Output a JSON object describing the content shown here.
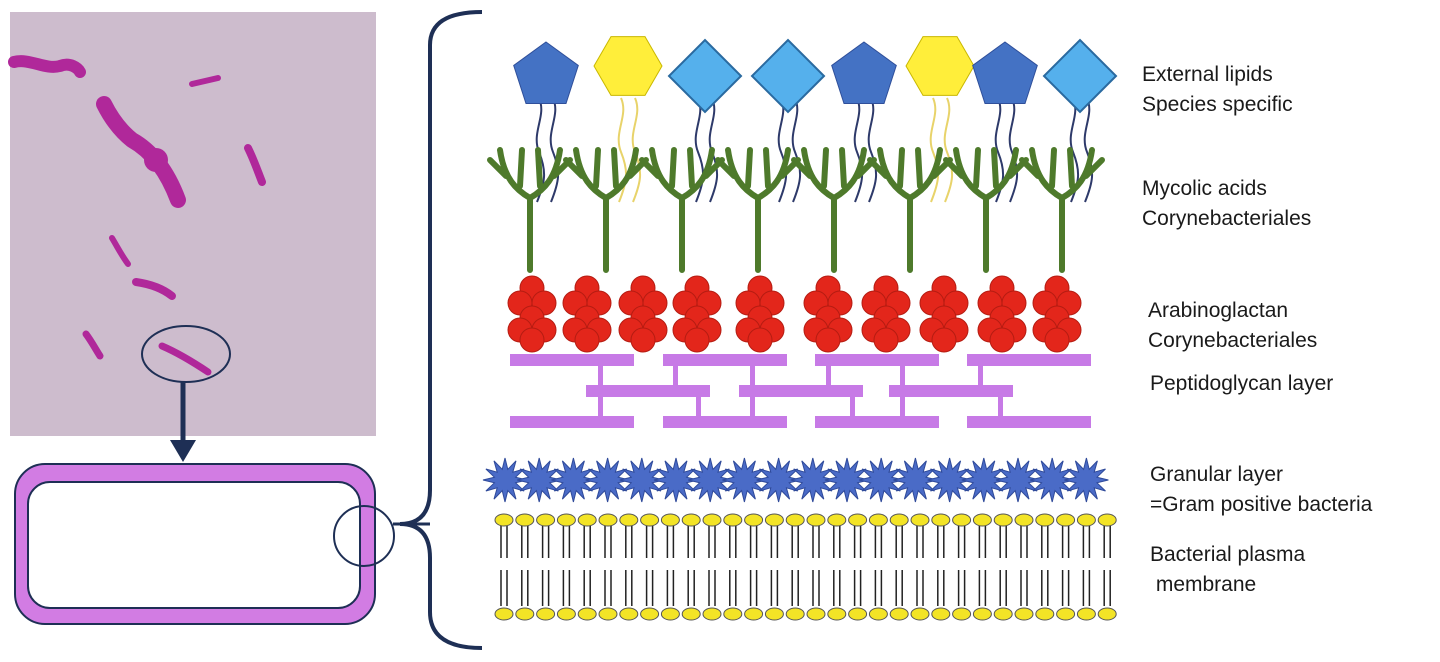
{
  "colors": {
    "micrograph_bg": "#cdbccd",
    "rod_stain": "#b0289a",
    "cell_wall": "#d27ce3",
    "outline_navy": "#1e2f55",
    "pentagon": "#4472c4",
    "hexagon": "#ffee3a",
    "diamond": "#55b0ec",
    "mycolic": "#4e7a2b",
    "arabinogalactan": "#e3261b",
    "peptidoglycan": "#c77ae6",
    "granular": "#4a6bc7",
    "lipid_head": "#f3e426"
  },
  "external_lipid_shapes": [
    "pentagon",
    "hexagon",
    "diamond",
    "diamond",
    "pentagon",
    "hexagon",
    "pentagon",
    "diamond"
  ],
  "layers": [
    {
      "id": "external-lipids",
      "line1": "External lipids",
      "line2": "Species specific"
    },
    {
      "id": "mycolic-acids",
      "line1": "Mycolic acids",
      "line2": "Corynebacteriales"
    },
    {
      "id": "arabinogalactan",
      "line1": "Arabinoglactan",
      "line2": "Corynebacteriales"
    },
    {
      "id": "peptidoglycan",
      "line1": "Peptidoglycan layer",
      "line2": ""
    },
    {
      "id": "granular",
      "line1": "Granular layer",
      "line2": "=Gram positive bacteria"
    },
    {
      "id": "plasma-membrane",
      "line1": "Bacterial plasma",
      "line2": " membrane"
    }
  ]
}
